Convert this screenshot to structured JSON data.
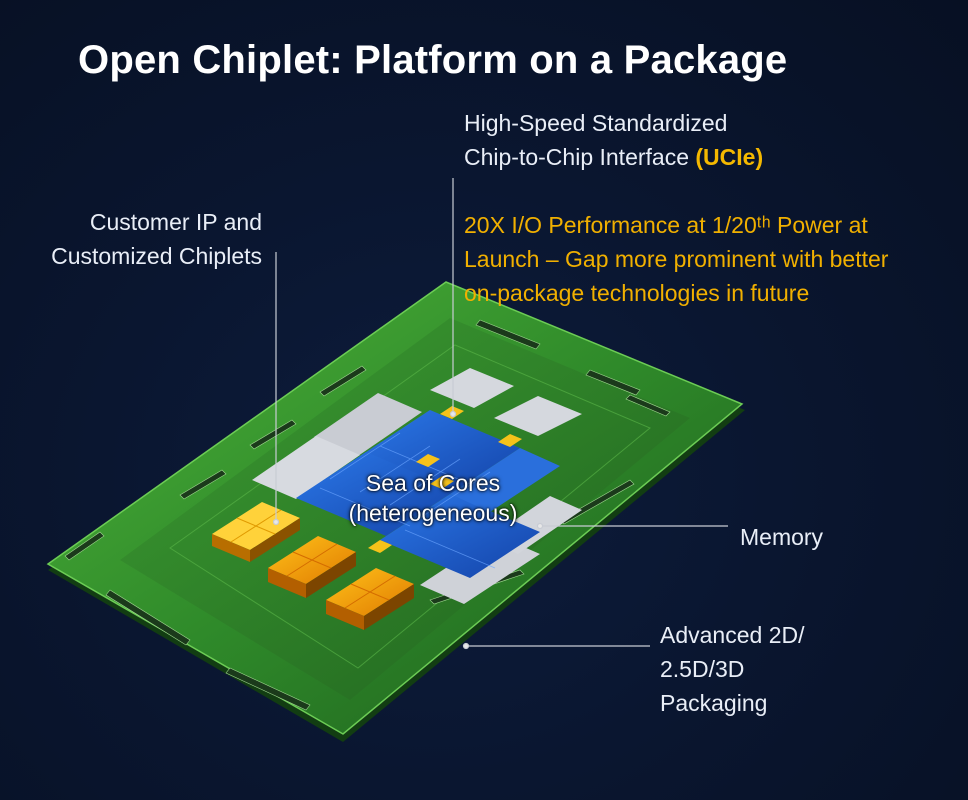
{
  "title": "Open Chiplet: Platform on a Package",
  "labels": {
    "interface_line1": "High-Speed Standardized",
    "interface_line2": "Chip-to-Chip Interface",
    "interface_highlight": "(UCIe)",
    "customer_line1": "Customer IP and",
    "customer_line2": "Customized Chiplets",
    "perf_line1": "20X I/O Performance at 1/20ᵗʰ Power at",
    "perf_line2": "Launch – Gap more prominent with better",
    "perf_line3": "on-package technologies in future",
    "memory": "Memory",
    "packaging_line1": "Advanced 2D/",
    "packaging_line2": "2.5D/3D",
    "packaging_line3": "Packaging",
    "cores_line1": "Sea of Cores",
    "cores_line2": "(heterogeneous)"
  },
  "colors": {
    "background": "#0a1630",
    "accent": "#f4b800",
    "substrate": "#2f8a2a",
    "cores": "#1e5fd0",
    "chiplets": "#f7a400"
  }
}
